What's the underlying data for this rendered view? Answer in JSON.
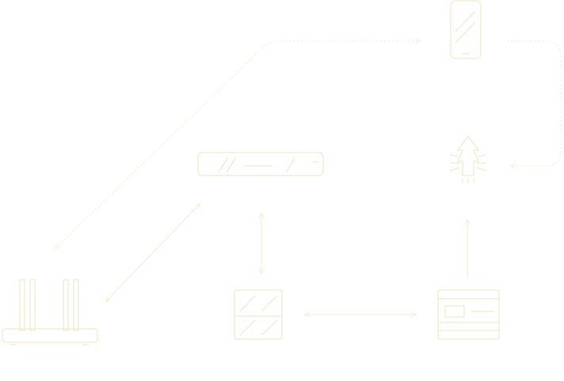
{
  "diagram": {
    "style": {
      "line_color": "#f3eed6",
      "device_color": "#efe9cc",
      "background": "#ffffff"
    },
    "nodes": [
      {
        "id": "router",
        "icon": "router-icon"
      },
      {
        "id": "gateway",
        "icon": "gateway-icon"
      },
      {
        "id": "smartphone",
        "icon": "smartphone-icon"
      },
      {
        "id": "light",
        "icon": "light-bulb-icon"
      },
      {
        "id": "switch",
        "icon": "switch-module-icon"
      },
      {
        "id": "controller",
        "icon": "controller-panel-icon"
      }
    ],
    "connections": [
      {
        "from": "router",
        "to": "smartphone",
        "style": "dotted",
        "arrows": "both"
      },
      {
        "from": "router",
        "to": "gateway",
        "style": "solid",
        "arrows": "both"
      },
      {
        "from": "smartphone",
        "to": "light",
        "style": "dotted",
        "arrows": "end"
      },
      {
        "from": "gateway",
        "to": "switch",
        "style": "solid",
        "arrows": "both"
      },
      {
        "from": "switch",
        "to": "controller",
        "style": "solid",
        "arrows": "both"
      },
      {
        "from": "controller",
        "to": "light",
        "style": "solid",
        "arrows": "end"
      }
    ]
  }
}
